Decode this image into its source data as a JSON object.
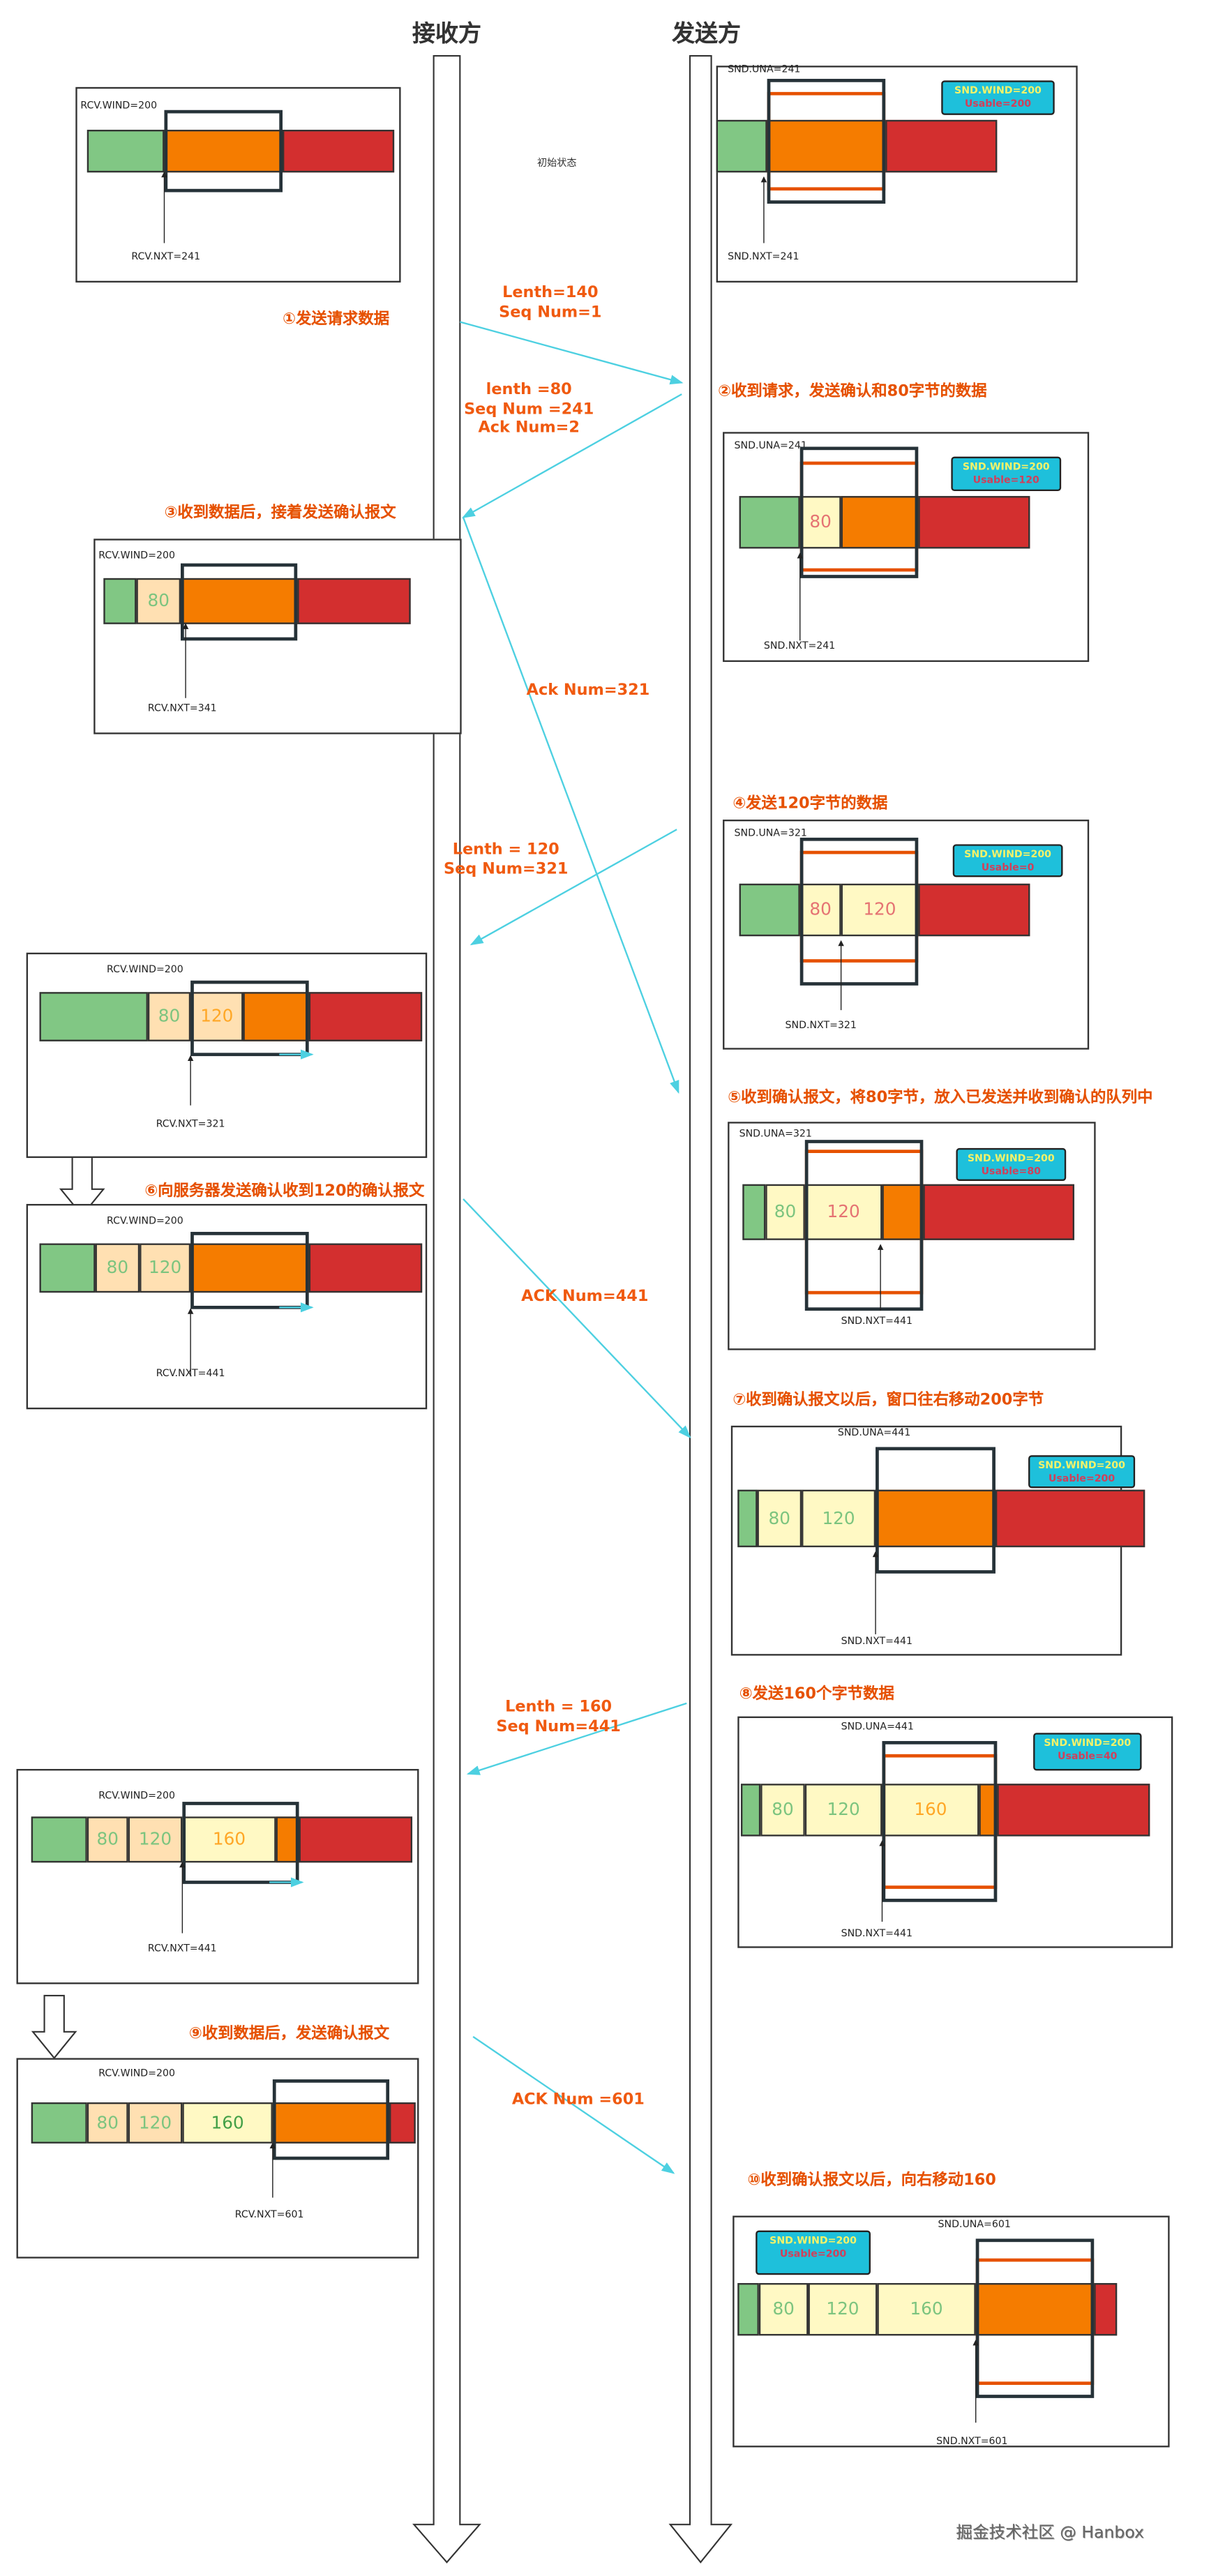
{
  "headers": {
    "receiver": "接收方",
    "sender": "发送方"
  },
  "initial_state": "初始状态",
  "steps": [
    "①发送请求数据",
    "②收到请求，发送确认和80字节的数据",
    "③收到数据后，接着发送确认报文",
    "④发送120字节的数据",
    "⑤收到确认报文，将80字节，放入已发送并收到确认的队列中",
    "⑥向服务器发送确认收到120的确认报文",
    "⑦收到确认报文以后，窗口往右移动200字节",
    "⑧发送160个字节数据",
    "⑨收到数据后，发送确认报文",
    "⑩收到确认报文以后，向右移动160"
  ],
  "messages": [
    {
      "lines": [
        "Lenth=140",
        "Seq Num=1"
      ]
    },
    {
      "lines": [
        "lenth =80",
        "Seq Num =241",
        "Ack Num=2"
      ]
    },
    {
      "lines": [
        "Ack Num=321"
      ]
    },
    {
      "lines": [
        "Lenth = 120",
        "Seq Num=321"
      ]
    },
    {
      "lines": [
        "ACK Num=441"
      ]
    },
    {
      "lines": [
        "Lenth = 160",
        "Seq Num=441"
      ]
    },
    {
      "lines": [
        "ACK Num =601"
      ]
    }
  ],
  "panels": [
    {
      "side": "receiver",
      "top_label": "RCV.WIND=200",
      "bottom_label": "RCV.NXT=241",
      "segments": [
        "",
        "",
        ""
      ]
    },
    {
      "side": "sender",
      "top_label": "SND.UNA=241",
      "bottom_label": "SND.NXT=241",
      "segments": [
        "",
        "",
        ""
      ],
      "wind": "SND.WIND=200",
      "usable": "Usable=200"
    },
    {
      "side": "sender",
      "top_label": "SND.UNA=241",
      "bottom_label": "SND.NXT=241",
      "segments": [
        "",
        "80",
        "",
        ""
      ],
      "wind": "SND.WIND=200",
      "usable": "Usable=120"
    },
    {
      "side": "receiver",
      "top_label": "RCV.WIND=200",
      "bottom_label": "RCV.NXT=341",
      "segments": [
        "",
        "80",
        "",
        ""
      ]
    },
    {
      "side": "sender",
      "top_label": "SND.UNA=321",
      "bottom_label": "SND.NXT=321",
      "segments": [
        "",
        "80",
        "120",
        ""
      ],
      "wind": "SND.WIND=200",
      "usable": "Usable=0"
    },
    {
      "side": "receiver",
      "top_label": "RCV.WIND=200",
      "bottom_label": "RCV.NXT=321",
      "segments": [
        "",
        "80",
        "120",
        "",
        ""
      ]
    },
    {
      "side": "sender",
      "top_label": "SND.UNA=321",
      "bottom_label": "SND.NXT=441",
      "segments": [
        "",
        "80",
        "120",
        "",
        ""
      ],
      "wind": "SND.WIND=200",
      "usable": "Usable=80"
    },
    {
      "side": "receiver",
      "top_label": "RCV.WIND=200",
      "bottom_label": "RCV.NXT=441",
      "segments": [
        "",
        "80",
        "120",
        "",
        ""
      ]
    },
    {
      "side": "sender",
      "top_label": "SND.UNA=441",
      "bottom_label": "SND.NXT=441",
      "segments": [
        "",
        "80",
        "120",
        "",
        ""
      ],
      "wind": "SND.WIND=200",
      "usable": "Usable=200"
    },
    {
      "side": "sender",
      "top_label": "SND.UNA=441",
      "bottom_label": "SND.NXT=441",
      "segments": [
        "",
        "80",
        "120",
        "160",
        "",
        ""
      ],
      "wind": "SND.WIND=200",
      "usable": "Usable=40"
    },
    {
      "side": "receiver",
      "top_label": "RCV.WIND=200",
      "bottom_label": "RCV.NXT=441",
      "segments": [
        "",
        "80",
        "120",
        "160",
        "",
        ""
      ]
    },
    {
      "side": "receiver",
      "top_label": "RCV.WIND=200",
      "bottom_label": "RCV.NXT=601",
      "segments": [
        "",
        "80",
        "120",
        "160",
        "",
        ""
      ]
    },
    {
      "side": "sender",
      "top_label": "SND.UNA=601",
      "bottom_label": "SND.NXT=601",
      "segments": [
        "",
        "80",
        "120",
        "160",
        "",
        ""
      ],
      "wind": "SND.WIND=200",
      "usable": "Usable=200"
    }
  ],
  "colors": {
    "acked": "#81C784",
    "sent_unacked": "#FFF9C4",
    "received": "#FFE0B2",
    "window_available": "#F57C00",
    "not_allowed": "#D32F2F",
    "arrow": "#4DD0E1",
    "step_text": "#E65100",
    "wind_box": "#1EC0DB"
  },
  "footer": "掘金技术社区 @ Hanbox"
}
